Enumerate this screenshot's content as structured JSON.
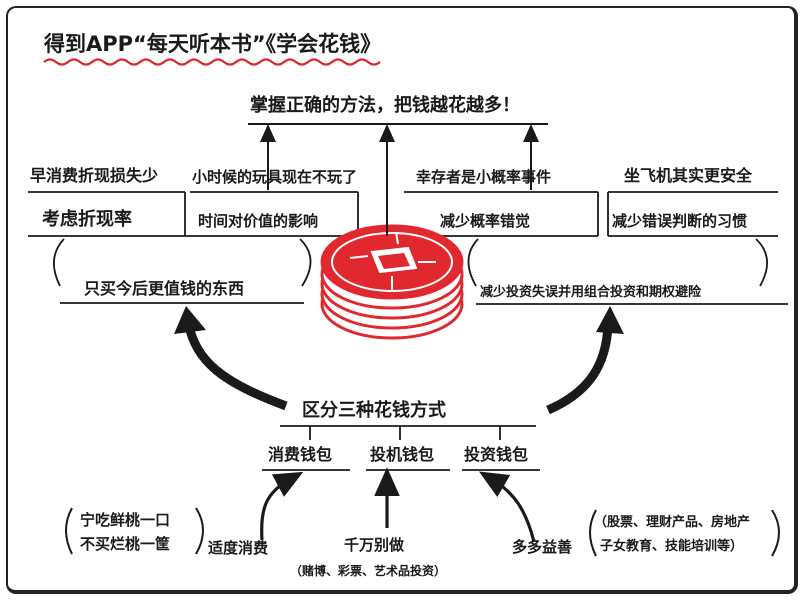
{
  "title": "得到APP“每天听本书”《学会花钱》",
  "top_goal": "掌握正确的方法，把钱越花越多！",
  "left_branch": {
    "item1_line1": "早消费折现损失少",
    "item1_line2": "考虑折现率",
    "item2_line1": "小时候的玩具现在不玩了",
    "item2_line2": "时间对价值的影响",
    "summary": "只买今后更值钱的东西"
  },
  "right_branch": {
    "item1_line1": "幸存者是小概率事件",
    "item1_line2": "减少概率错觉",
    "item2_line1": "坐飞机其实更安全",
    "item2_line2": "减少错误判断的习惯",
    "summary": "减少投资失误并用组合投资和期权避险"
  },
  "center": {
    "title": "区分三种花钱方式",
    "wallets": [
      "消费钱包",
      "投机钱包",
      "投资钱包"
    ]
  },
  "bottom": {
    "consume_example_line1": "宁吃鲜桃一口",
    "consume_example_line2": "不买烂桃一筐",
    "consume_label": "适度消费",
    "speculate_label": "千万别做",
    "speculate_example": "（赌博、彩票、艺术品投资）",
    "invest_label": "多多益善",
    "invest_example_line1": "（股票、理财产品、房地产",
    "invest_example_line2": "子女教育、技能培训等）"
  },
  "colors": {
    "ink": "#1a1a1a",
    "wave": "#d9262b",
    "coin": "#e0282e"
  }
}
